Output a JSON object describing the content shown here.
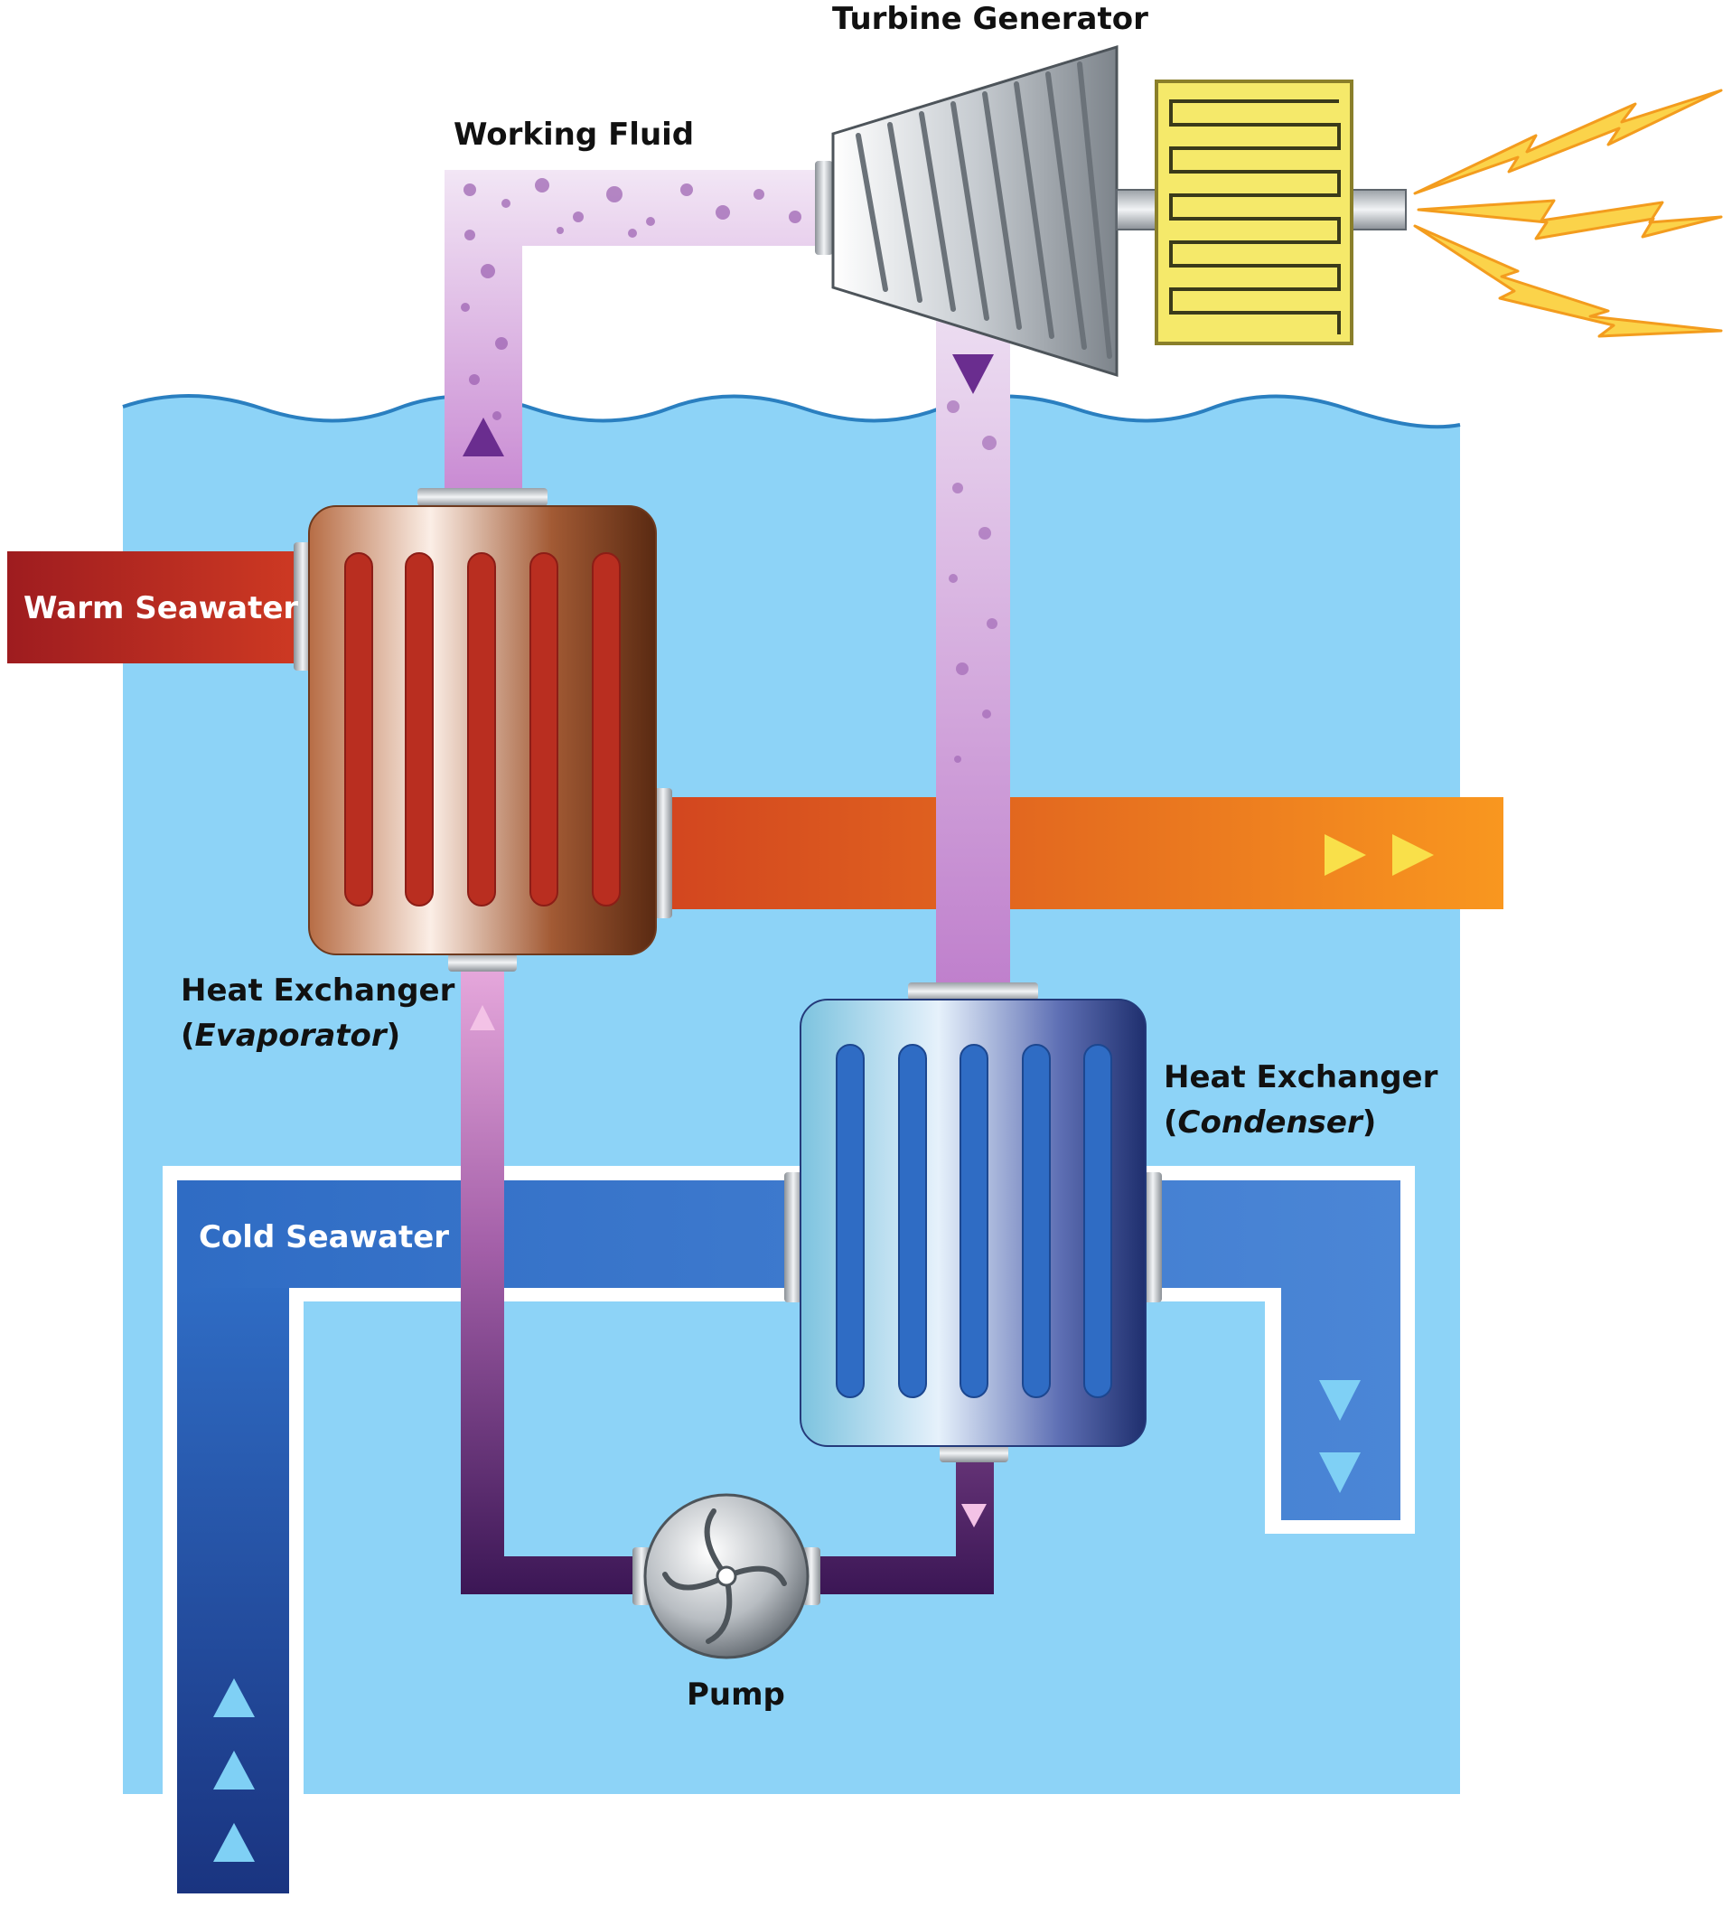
{
  "labels": {
    "turbine_generator": "Turbine Generator",
    "working_fluid": "Working Fluid",
    "warm_seawater": "Warm Seawater",
    "evaporator_line1": "Heat Exchanger",
    "evaporator_line2_open": "(",
    "evaporator_line2_italic": "Evaporator",
    "evaporator_line2_close": ")",
    "condenser_line1": "Heat Exchanger",
    "condenser_line2_open": "(",
    "condenser_line2_italic": "Condenser",
    "condenser_line2_close": ")",
    "cold_seawater": "Cold Seawater",
    "pump": "Pump"
  },
  "colors": {
    "ocean": "#8dd3f7",
    "warm_pipe_dark": "#9e1c1f",
    "warm_pipe_light": "#f7931e",
    "cold_pipe": "#2f6cc4",
    "cold_pipe_dark": "#1a3b8c",
    "working_fluid_vapor": "#d9a6dd",
    "working_fluid_liquid": "#3b1655",
    "generator": "#f5e96a",
    "spark": "#f8b133"
  }
}
